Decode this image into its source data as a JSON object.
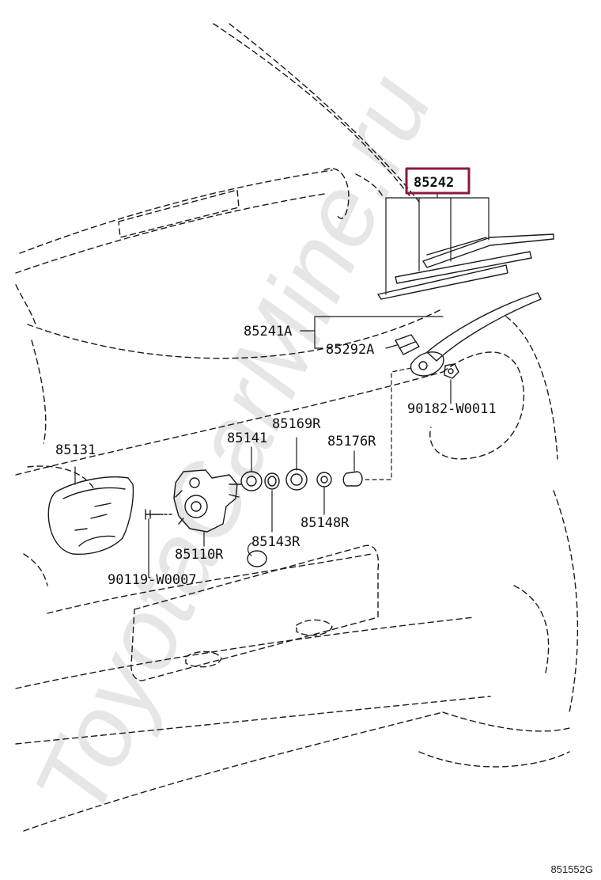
{
  "watermark": {
    "text": "ToyotaCarMine.ru",
    "color": "#e6e6e6"
  },
  "diagram_code": "851552G",
  "highlight_color": "#8b1a3a",
  "parts": {
    "p85242": "85242",
    "p85241A": "85241A",
    "p85292A": "85292A",
    "p90182": "90182-W0011",
    "p85169R": "85169R",
    "p85141": "85141",
    "p85176R": "85176R",
    "p85131": "85131",
    "p85148R": "85148R",
    "p85143R": "85143R",
    "p85110R": "85110R",
    "p90119": "90119-W0007"
  }
}
